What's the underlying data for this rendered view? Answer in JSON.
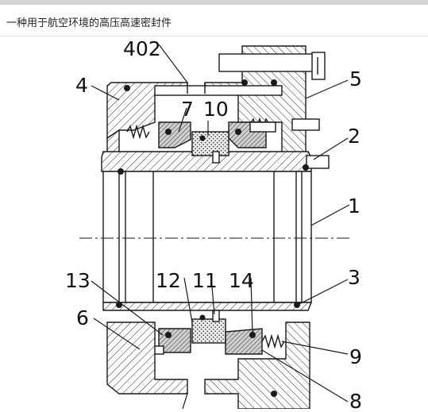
{
  "caption": "一种用于航空环境的高压高速密封件",
  "labels": {
    "l402": "402",
    "l4": "4",
    "l5": "5",
    "l7": "7",
    "l10": "10",
    "l2": "2",
    "l1": "1",
    "l13": "13",
    "l12": "12",
    "l11": "11",
    "l14": "14",
    "l3": "3",
    "l6": "6",
    "l9": "9",
    "l8": "8"
  },
  "colors": {
    "line": "#1a1a1a",
    "hatch": "#2a2a2a",
    "insert": "#cfcfcf",
    "carbon_ring": "#e9e9e9"
  }
}
